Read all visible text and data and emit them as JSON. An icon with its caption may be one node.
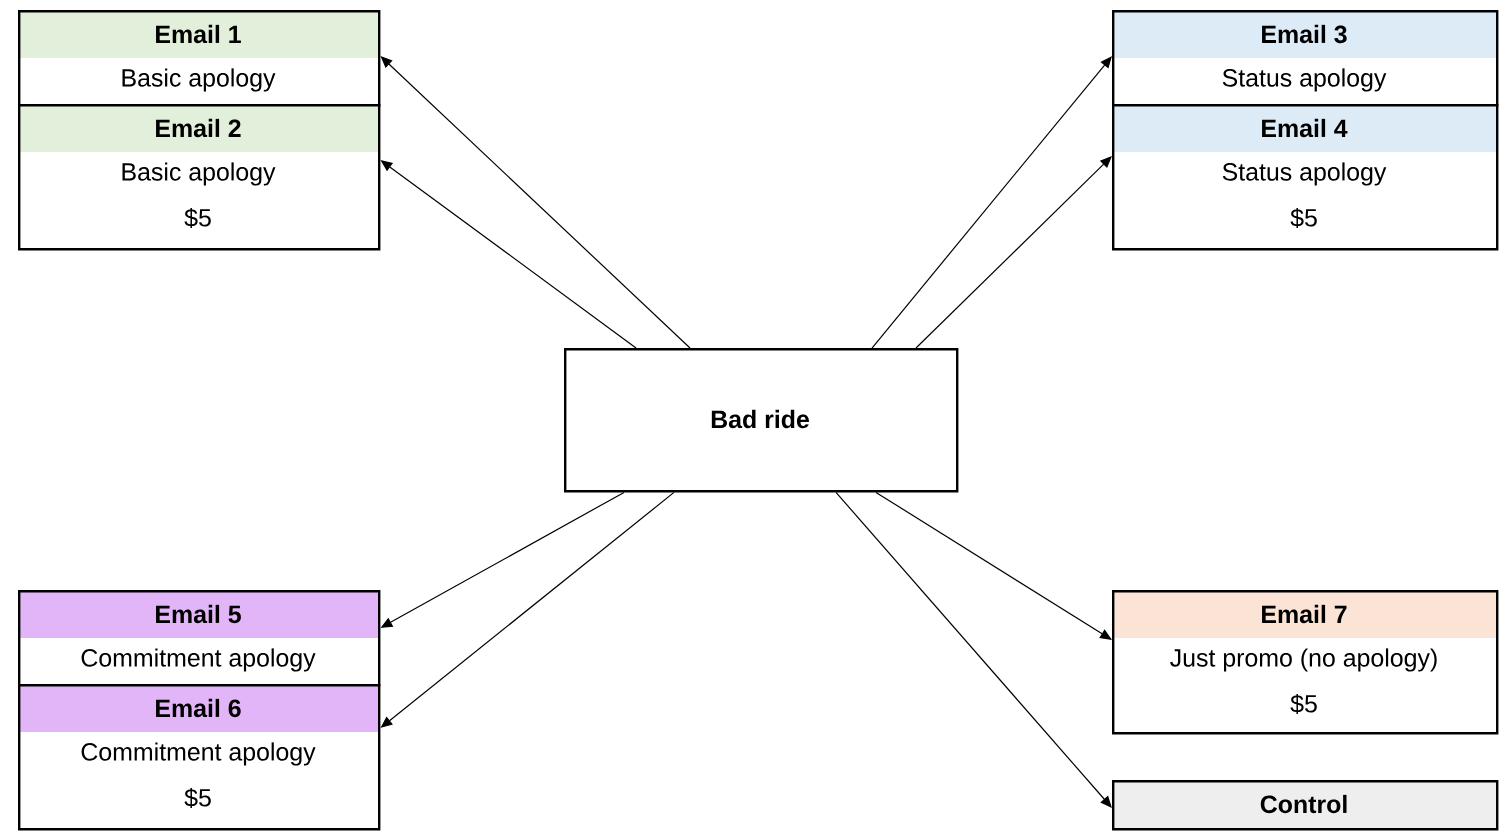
{
  "diagram": {
    "nodes": [
      {
        "text": [
          "Bad ride"
        ]
      },
      {
        "text": [
          "Email 1",
          "Basic apology"
        ]
      },
      {
        "text": [
          "Email 2",
          "Basic apology",
          "$5"
        ]
      },
      {
        "text": [
          "Email 3",
          "Status apology"
        ]
      },
      {
        "text": [
          "Email 4",
          "Status apology",
          "$5"
        ]
      },
      {
        "text": [
          "Email 5",
          "Commitment apology"
        ]
      },
      {
        "text": [
          "Email 6",
          "Commitment apology",
          "$5"
        ]
      },
      {
        "text": [
          "Email 7",
          "Just promo (no apology)",
          "$5"
        ]
      },
      {
        "text": [
          "Control"
        ]
      }
    ],
    "edges": [
      {
        "from": 0,
        "to": 1,
        "arrow": "to"
      },
      {
        "from": 0,
        "to": 2,
        "arrow": "to"
      },
      {
        "from": 0,
        "to": 3,
        "arrow": "to"
      },
      {
        "from": 0,
        "to": 4,
        "arrow": "to"
      },
      {
        "from": 0,
        "to": 5,
        "arrow": "to"
      },
      {
        "from": 0,
        "to": 6,
        "arrow": "to"
      },
      {
        "from": 0,
        "to": 7,
        "arrow": "to"
      },
      {
        "from": 0,
        "to": 8,
        "arrow": "to"
      }
    ]
  }
}
